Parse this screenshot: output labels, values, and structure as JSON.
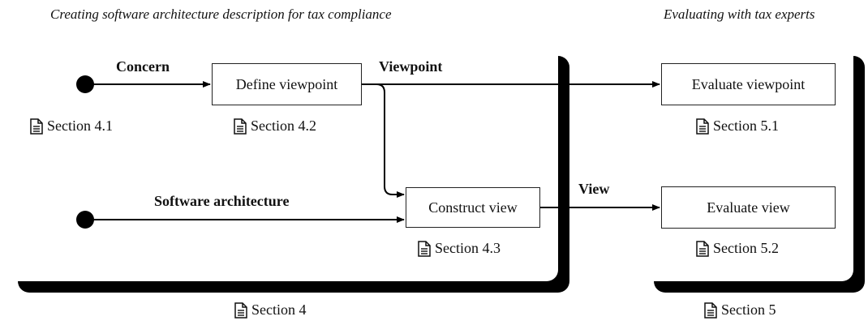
{
  "headings": {
    "left": "Creating software architecture description for tax compliance",
    "right": "Evaluating with tax experts"
  },
  "flow_labels": {
    "concern": "Concern",
    "viewpoint": "Viewpoint",
    "software_architecture": "Software architecture",
    "view": "View"
  },
  "boxes": {
    "define_viewpoint": "Define viewpoint",
    "construct_view": "Construct view",
    "evaluate_viewpoint": "Evaluate viewpoint",
    "evaluate_view": "Evaluate view"
  },
  "references": {
    "s4_1": "Section 4.1",
    "s4_2": "Section 4.2",
    "s4_3": "Section 4.3",
    "s5_1": "Section 5.1",
    "s5_2": "Section 5.2",
    "s4": "Section 4",
    "s5": "Section 5"
  },
  "icons": {
    "reference": "document-icon",
    "start": "filled-circle-node"
  }
}
